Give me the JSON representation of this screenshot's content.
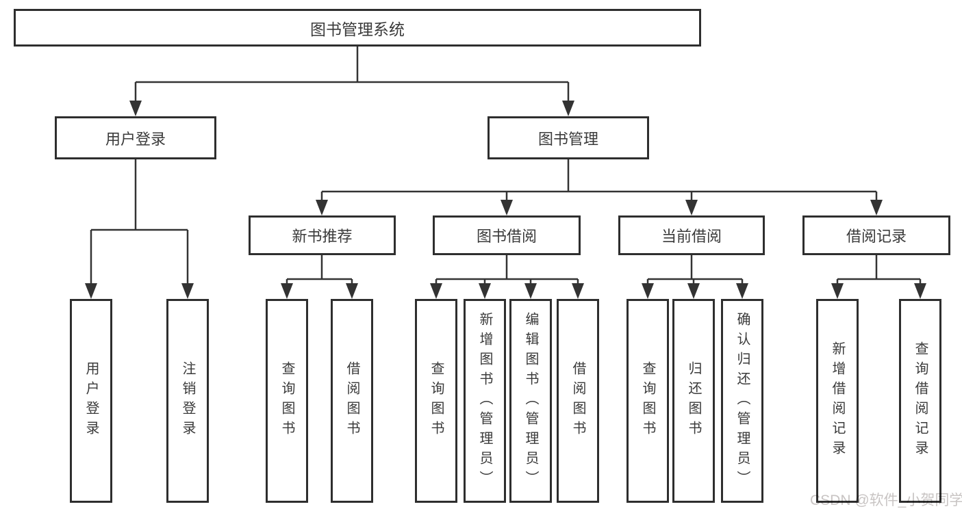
{
  "diagram": {
    "watermark": "CSDN @软件_小贺同学",
    "colors": {
      "line": "#333333",
      "box_border": "#2e2e2e",
      "text": "#3a3a3a",
      "watermark": "#c8c4c3",
      "background": "#ffffff"
    },
    "tree": {
      "label": "图书管理系统",
      "children": [
        {
          "label": "用户登录",
          "children": [
            {
              "label": "用户登录"
            },
            {
              "label": "注销登录"
            }
          ]
        },
        {
          "label": "图书管理",
          "children": [
            {
              "label": "新书推荐",
              "children": [
                {
                  "label": "查询图书"
                },
                {
                  "label": "借阅图书"
                }
              ]
            },
            {
              "label": "图书借阅",
              "children": [
                {
                  "label": "查询图书"
                },
                {
                  "label": "新增图书（管理员）"
                },
                {
                  "label": "编辑图书（管理员）"
                },
                {
                  "label": "借阅图书"
                }
              ]
            },
            {
              "label": "当前借阅",
              "children": [
                {
                  "label": "查询图书"
                },
                {
                  "label": "归还图书"
                },
                {
                  "label": "确认归还（管理员）"
                }
              ]
            },
            {
              "label": "借阅记录",
              "children": [
                {
                  "label": "新增借阅记录"
                },
                {
                  "label": "查询借阅记录"
                }
              ]
            }
          ]
        }
      ]
    }
  }
}
